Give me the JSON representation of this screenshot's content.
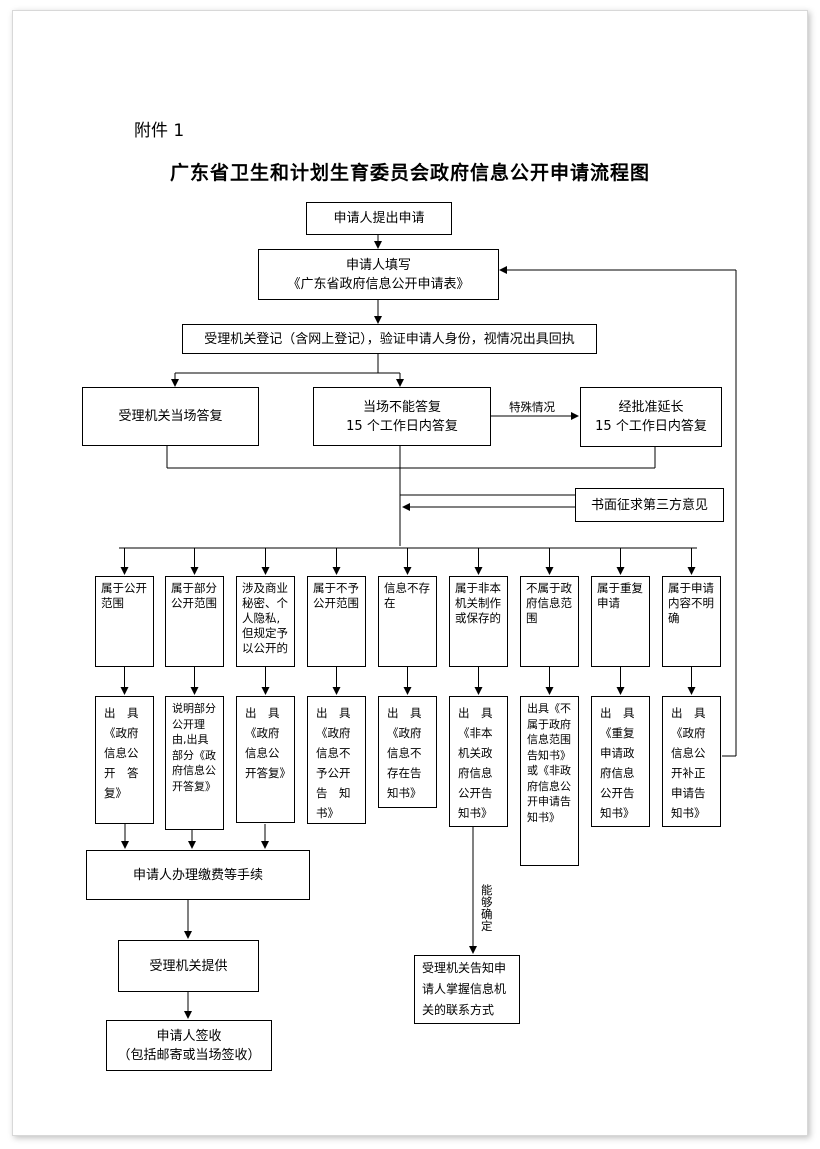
{
  "attachment_label": "附件 1",
  "title": "广东省卫生和计划生育委员会政府信息公开申请流程图",
  "nodes": {
    "apply": "申请人提出申请",
    "fill_form": "申请人填写\n《广东省政府信息公开申请表》",
    "register": "受理机关登记（含网上登记），验证申请人身份，视情况出具回执",
    "reply_on_site": "受理机关当场答复",
    "reply_15": "当场不能答复\n15 个工作日内答复",
    "extend": "经批准延长\n15 个工作日内答复",
    "third_party": "书面征求第三方意见",
    "pay": "申请人办理缴费等手续",
    "provide": "受理机关提供",
    "sign": "申请人签收\n（包括邮寄或当场签收）",
    "inform_contact": "受理机关告知申请人掌握信息机关的联系方式"
  },
  "edge_labels": {
    "special": "特殊情况",
    "can_determine": "能够确定"
  },
  "categories": [
    {
      "label": "属于公开范围",
      "result": "出　具\n《政府信息公　开　答复》"
    },
    {
      "label": "属于部分公开范围",
      "result": "说明部分公开理由,出具部分《政府信息公开答复》"
    },
    {
      "label": "涉及商业秘密、个人隐私,但规定予以公开的",
      "result": "出　具\n《政府信息公开答复》"
    },
    {
      "label": "属于不予公开范围",
      "result": "出　具\n《政府信息不予公开告　知书》"
    },
    {
      "label": "信息不存在",
      "result": "出　具\n《政府信息不存在告知书》"
    },
    {
      "label": "属于非本机关制作或保存的",
      "result": "出　具\n《非本机关政府信息公开告知书》"
    },
    {
      "label": "不属于政府信息范围",
      "result": "出具《不属于政府信息范围告知书》或《非政府信息公开申请告知书》"
    },
    {
      "label": "属于重复申请",
      "result": "出　具\n《重复申请政府信息公开告知书》"
    },
    {
      "label": "属于申请内容不明确",
      "result": "出　具\n《政府信息公开补正申请告知书》"
    }
  ]
}
